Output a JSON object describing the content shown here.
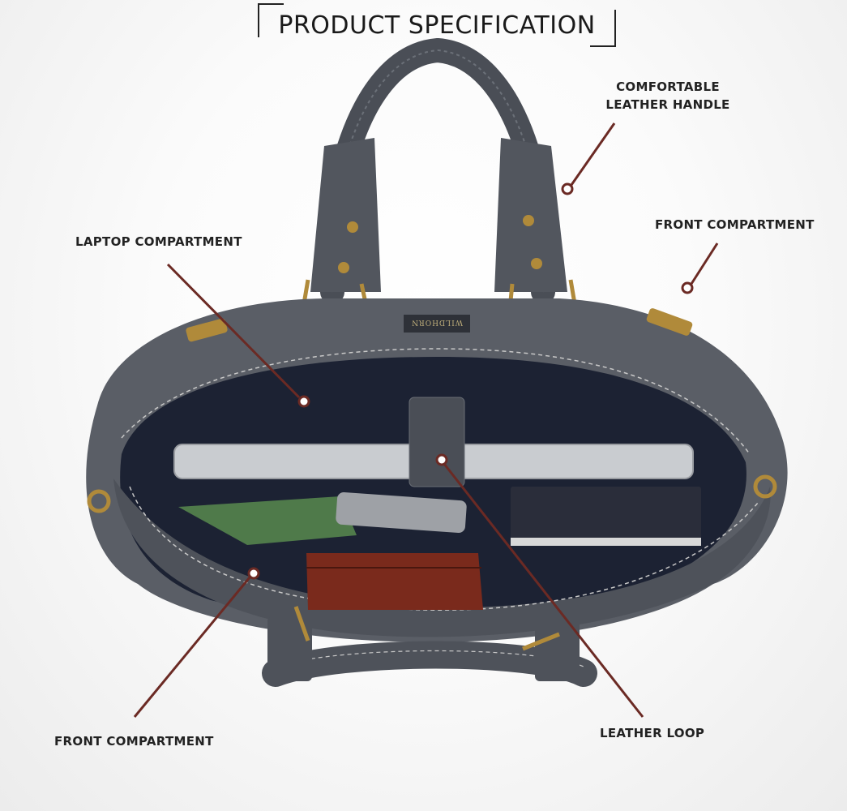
{
  "title": "PRODUCT SPECIFICATION",
  "brand": "WILDHORN",
  "callouts": {
    "handle_line1": "COMFORTABLE",
    "handle_line2": "LEATHER HANDLE",
    "front_top": "FRONT  COMPARTMENT",
    "laptop": "LAPTOP COMPARTMENT",
    "front_bottom": "FRONT COMPARTMENT",
    "loop": "LEATHER LOOP"
  },
  "colors": {
    "leather": "#5a5e66",
    "leader": "#6b2a24",
    "brass": "#b08a3a",
    "lining": "#1c2233"
  }
}
